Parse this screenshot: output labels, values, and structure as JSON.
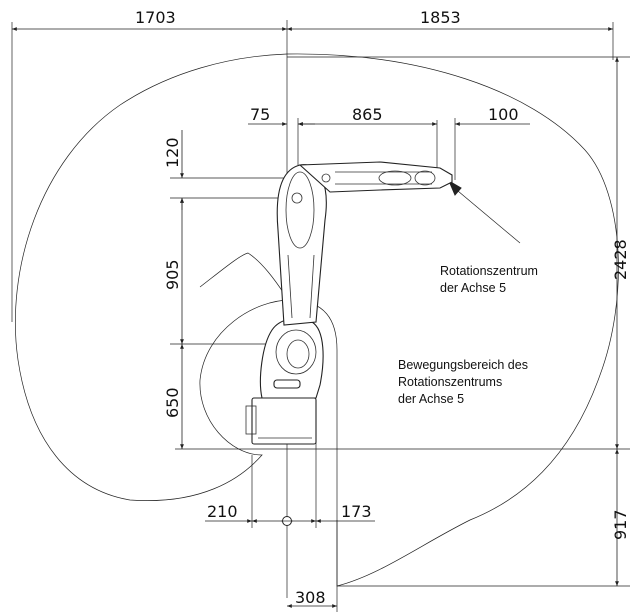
{
  "dimensions": {
    "left_reach": "1703",
    "right_reach": "1853",
    "d75": "75",
    "d865": "865",
    "d100": "100",
    "d120": "120",
    "d905": "905",
    "d650": "650",
    "height_2428": "2428",
    "depth_917": "917",
    "d210": "210",
    "d173": "173",
    "d308": "308"
  },
  "labels": {
    "axis5_center_line1": "Rotationszentrum",
    "axis5_center_line2": "der Achse 5",
    "range_line1": "Bewegungsbereich des",
    "range_line2": "Rotationszentrums",
    "range_line3": "der Achse 5"
  }
}
